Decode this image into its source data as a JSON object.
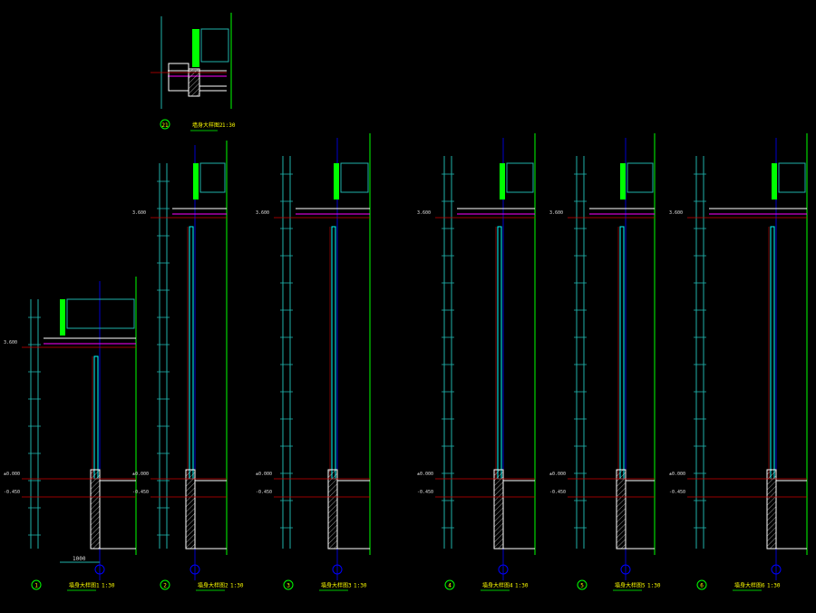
{
  "colors": {
    "background": "#000000",
    "dim": "#20b2aa",
    "wall": "#ffffff",
    "glass": "#00ffff",
    "green": "#00ff00",
    "grid": "#0000ff",
    "red": "#cc0000",
    "magenta": "#ff00ff",
    "yellow": "#ffff00",
    "text": "#dddddd"
  },
  "detail_top": {
    "marker": "21",
    "caption": "墙身大样图2",
    "scale": "1:30"
  },
  "sections": [
    {
      "marker": "1",
      "caption": "墙身大样图1",
      "scale": "1:30",
      "dim_1000": "1000",
      "levels": [
        "3.600",
        "±0.000",
        "-0.450"
      ]
    },
    {
      "marker": "2",
      "caption": "墙身大样图2",
      "scale": "1:30",
      "levels": [
        "3.600",
        "±0.000",
        "-0.450"
      ]
    },
    {
      "marker": "3",
      "caption": "墙身大样图3",
      "scale": "1:30",
      "levels": [
        "3.600",
        "±0.000",
        "-0.450"
      ]
    },
    {
      "marker": "4",
      "caption": "墙身大样图4",
      "scale": "1:30",
      "levels": [
        "3.600",
        "±0.000",
        "-0.450"
      ]
    },
    {
      "marker": "5",
      "caption": "墙身大样图5",
      "scale": "1:30",
      "levels": [
        "3.600",
        "±0.000",
        "-0.450"
      ]
    },
    {
      "marker": "6",
      "caption": "墙身大样图6",
      "scale": "1:30",
      "levels": [
        "3.600",
        "±0.000",
        "-0.450"
      ]
    }
  ]
}
